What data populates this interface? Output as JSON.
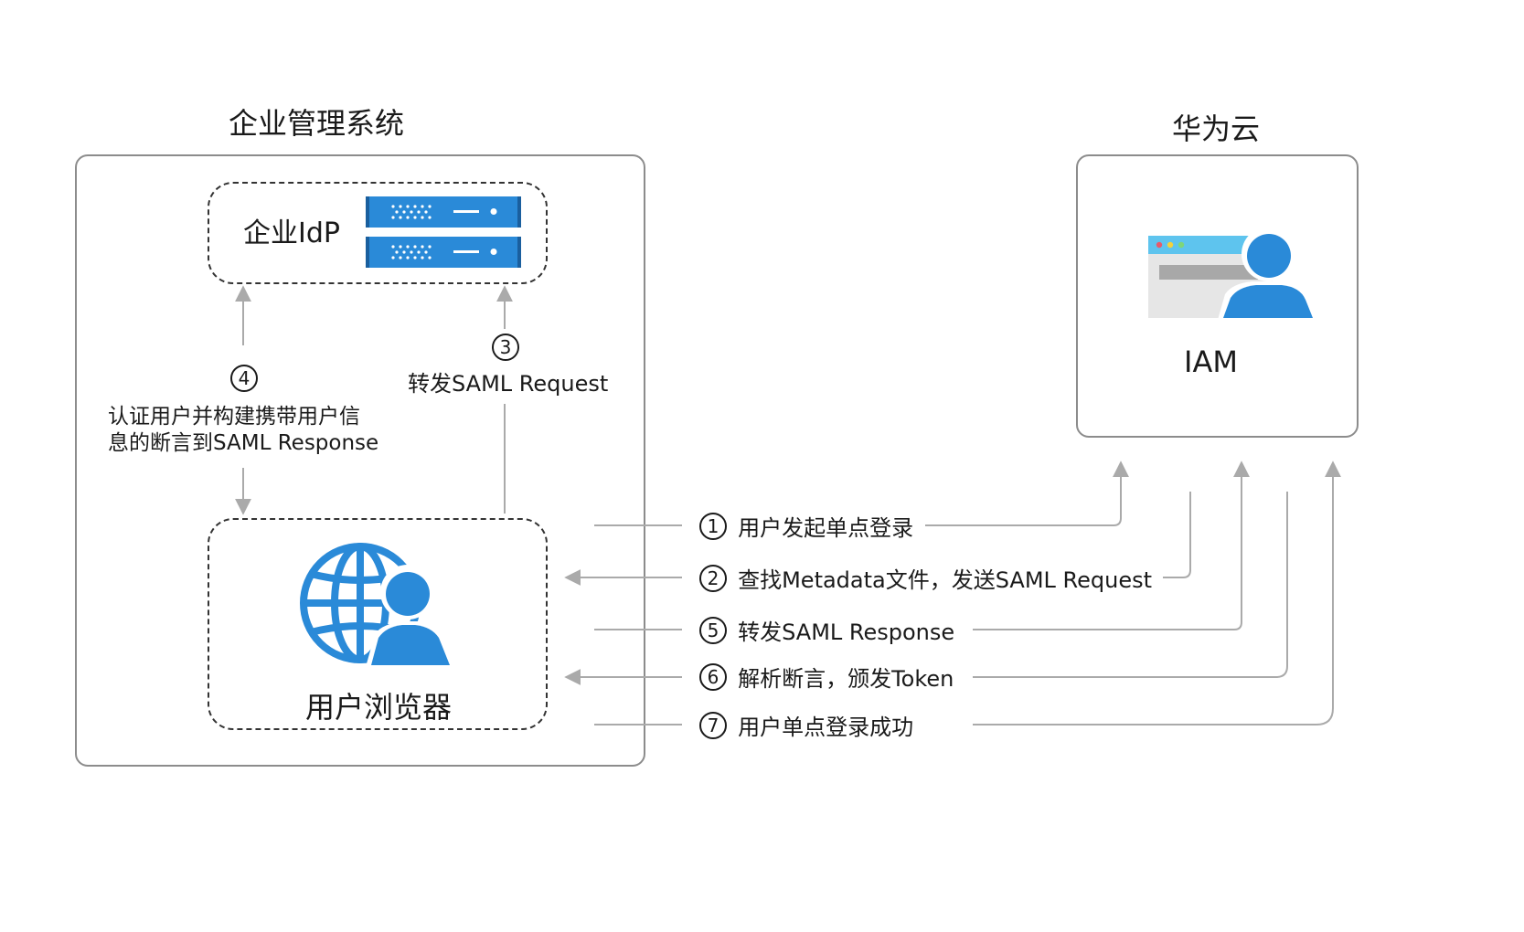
{
  "left_system": {
    "title": "企业管理系统"
  },
  "right_system": {
    "title": "华为云"
  },
  "idp": {
    "label": "企业IdP"
  },
  "browser": {
    "label": "用户浏览器"
  },
  "iam": {
    "label": "IAM"
  },
  "vertical_steps": {
    "step3": {
      "num": "3",
      "text": "转发SAML Request"
    },
    "step4": {
      "num": "4",
      "line1": "认证用户并构建携带用户信",
      "line2": "息的断言到SAML Response"
    }
  },
  "flow_steps": [
    {
      "num": "1",
      "text": "用户发起单点登录"
    },
    {
      "num": "2",
      "text": "查找Metadata文件，发送SAML Request"
    },
    {
      "num": "5",
      "text": "转发SAML Response"
    },
    {
      "num": "6",
      "text": "解析断言，颁发Token"
    },
    {
      "num": "7",
      "text": "用户单点登录成功"
    }
  ],
  "colors": {
    "accent": "#2a8ad8",
    "line": "#aaaaaa",
    "border": "#8c8c8c"
  }
}
